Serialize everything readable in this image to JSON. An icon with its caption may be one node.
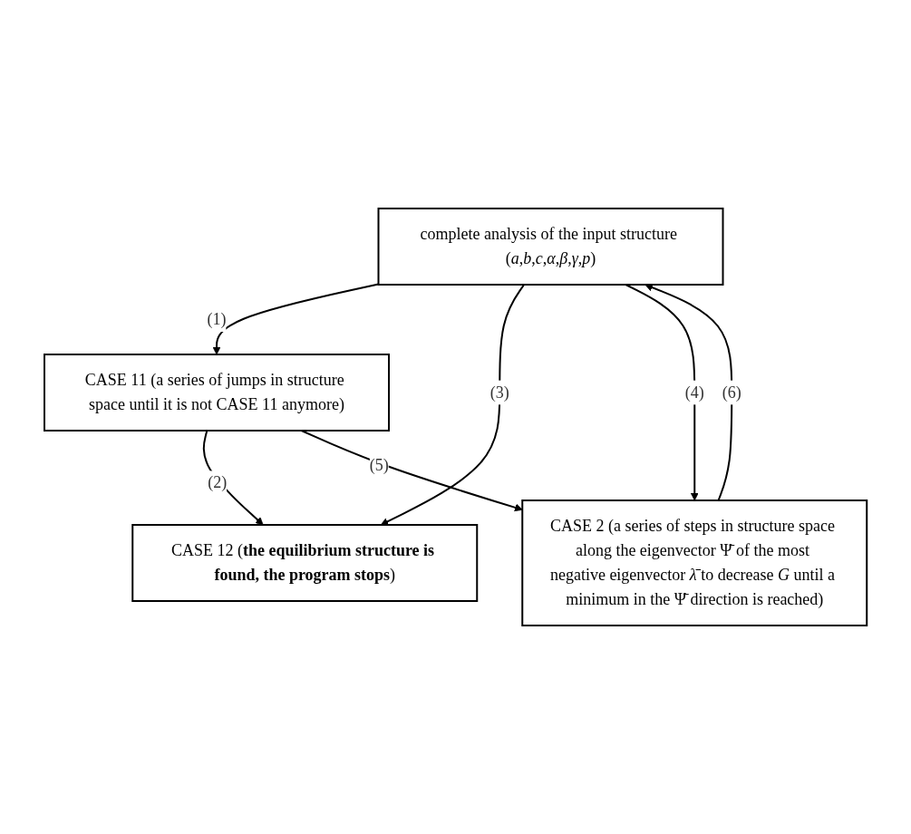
{
  "diagram": {
    "nodes": [
      {
        "text": [
          "complete analysis of the input structure (*a*,*b*,*c*,*α*,*β*,*γ*,*p*)"
        ]
      },
      {
        "text": [
          "CASE 11 (a series of jumps in structure space until it is not CASE 11 anymore)"
        ]
      },
      {
        "text": [
          "CASE 12 (**the equilibrium structure is found, the program stops**)"
        ]
      },
      {
        "text": [
          "CASE 2 (a series of steps in structure space along the eigenvector Ψ̄ of the most negative eigenvector *λ̄* to decrease *G* until a minimum in the Ψ̄ direction is reached)"
        ]
      }
    ],
    "edges": [
      {
        "from": 0,
        "to": 1,
        "arrow": "to",
        "label": "(1)"
      },
      {
        "from": 1,
        "to": 2,
        "arrow": "to",
        "label": "(2)"
      },
      {
        "from": 0,
        "to": 2,
        "arrow": "to",
        "label": "(3)"
      },
      {
        "from": 0,
        "to": 3,
        "arrow": "to",
        "label": "(4)"
      },
      {
        "from": 1,
        "to": 3,
        "arrow": "to",
        "label": "(5)"
      },
      {
        "from": 3,
        "to": 0,
        "arrow": "to",
        "label": "(6)"
      }
    ]
  }
}
